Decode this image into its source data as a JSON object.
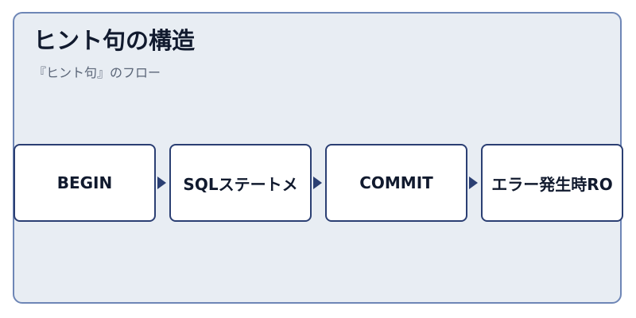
{
  "title": "ヒント句の構造",
  "subtitle": "『ヒント句』のフロー",
  "steps": [
    {
      "label": "BEGIN"
    },
    {
      "label": "SQLステートメ"
    },
    {
      "label": "COMMIT"
    },
    {
      "label": "エラー発生時RO"
    }
  ],
  "colors": {
    "panel_background": "#e8edf3",
    "panel_border": "#6e86b6",
    "box_border": "#2b3f73",
    "arrow": "#2b3f73",
    "title_text": "#111a2e"
  }
}
